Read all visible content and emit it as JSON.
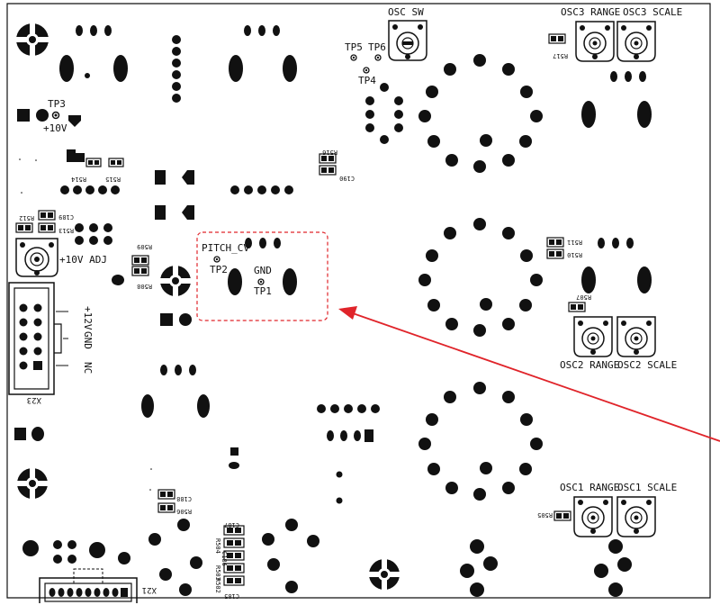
{
  "labels": {
    "osc_sw": "OSC SW",
    "osc3_range": "OSC3 RANGE",
    "osc3_scale": "OSC3 SCALE",
    "osc2_range": "OSC2 RANGE",
    "osc2_scale": "OSC2 SCALE",
    "osc1_range": "OSC1 RANGE",
    "osc1_scale": "OSC1 SCALE",
    "tp1": "TP1",
    "tp2": "TP2",
    "tp3": "TP3",
    "tp4": "TP4",
    "tp5": "TP5",
    "tp6": "TP6",
    "plus10v": "+10V",
    "plus10v_adj": "+10V ADJ",
    "pitch_cv": "PITCH_CV",
    "gnd": "GND",
    "conn_12v": "+12V",
    "conn_gnd": "GND",
    "conn_nc": "NC",
    "x23": "X23",
    "x21": "X21"
  },
  "refdes": {
    "r517": "R517",
    "r516": "R516",
    "c190": "C190",
    "r514": "R514",
    "r515": "R515",
    "c189": "C189",
    "r513": "R513",
    "r512": "R512",
    "r509": "R509",
    "r508": "R508",
    "r511": "R511",
    "r510": "R510",
    "r507": "R507",
    "c188": "C188",
    "r506": "R506",
    "c187": "C187",
    "r504": "R504",
    "c186": "C186",
    "r503": "R503",
    "r502": "R502",
    "c185": "C185",
    "r505": "R505"
  },
  "colors": {
    "ink": "#111111",
    "highlight": "#e0242a"
  }
}
